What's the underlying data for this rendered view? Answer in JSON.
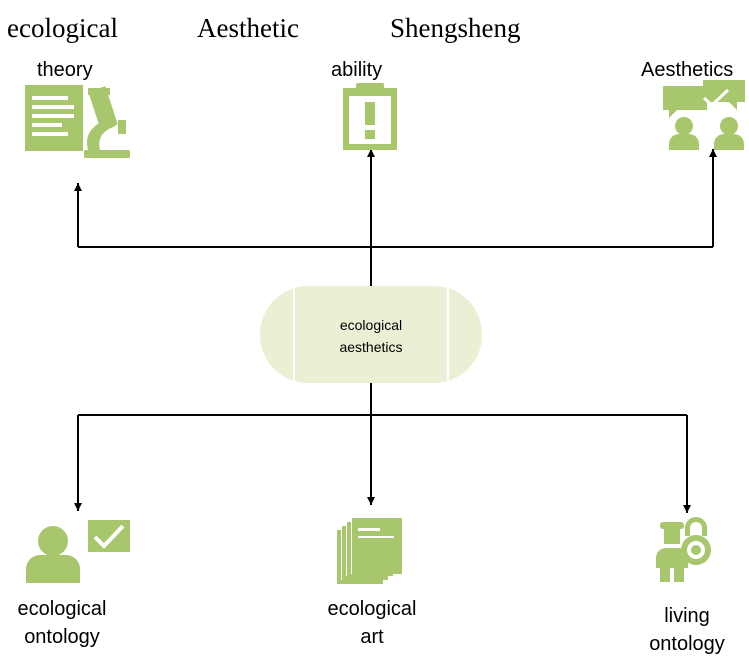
{
  "header": {
    "words": [
      "ecological",
      "Aesthetic",
      "Shengsheng"
    ]
  },
  "top_nodes": [
    {
      "label": "theory",
      "icon": "scientist-document-icon"
    },
    {
      "label": "ability",
      "icon": "clipboard-exclamation-icon"
    },
    {
      "label": "Aesthetics",
      "icon": "people-discussion-icon"
    }
  ],
  "center_node": {
    "line1": "ecological",
    "line2": "aesthetics"
  },
  "bottom_nodes": [
    {
      "line1": "ecological",
      "line2": "ontology",
      "icon": "person-checkmark-icon"
    },
    {
      "line1": "ecological",
      "line2": "art",
      "icon": "document-stack-icon"
    },
    {
      "line1": "living",
      "line2": "ontology",
      "icon": "guard-lock-icon"
    }
  ],
  "colors": {
    "icon_green": "#a8c66c",
    "node_fill": "#e9f0d4",
    "node_stroke": "#d3e0ac",
    "line": "#000000"
  }
}
